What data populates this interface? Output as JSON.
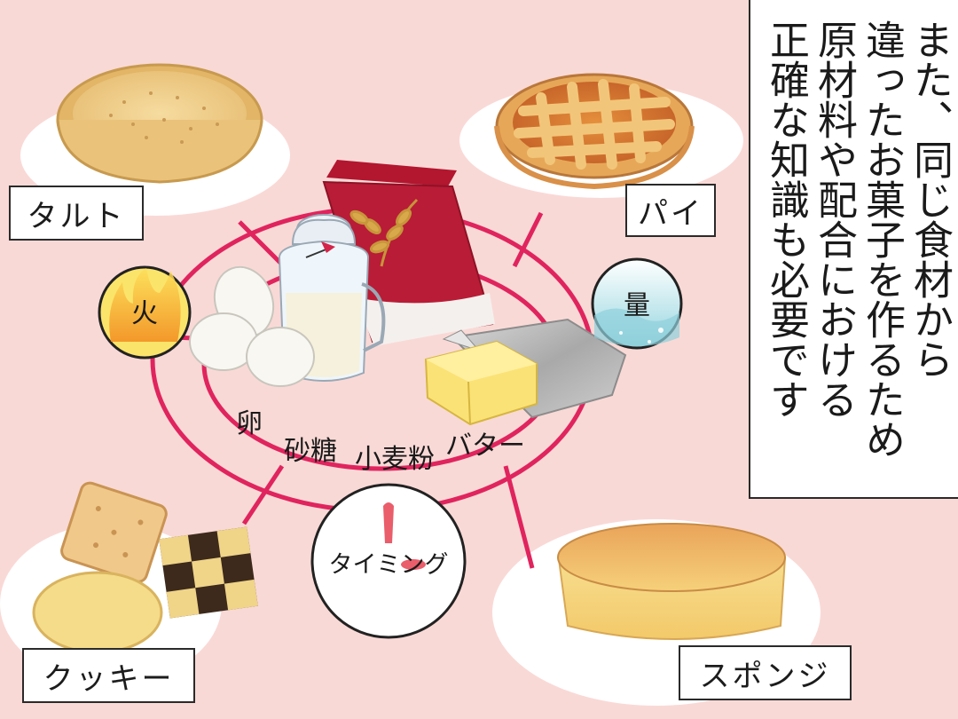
{
  "caption": {
    "lines": [
      "また、同じ食材から",
      "違ったお菓子を作るため",
      "原材料や配合における",
      "正確な知識も必要です"
    ]
  },
  "labels": {
    "tart": "タルト",
    "pie": "パイ",
    "cookie": "クッキー",
    "sponge": "スポンジ"
  },
  "factors": {
    "fire": "火",
    "amount": "量",
    "timing": "タイミング"
  },
  "ingredients": {
    "egg": "卵",
    "sugar": "砂糖",
    "flour": "小麦粉",
    "butter": "バター"
  },
  "colors": {
    "background": "#f9d9d6",
    "ring": "#e0245e",
    "fire_circle": "#fbe46a",
    "amount_circle": "#bfe6ec"
  }
}
